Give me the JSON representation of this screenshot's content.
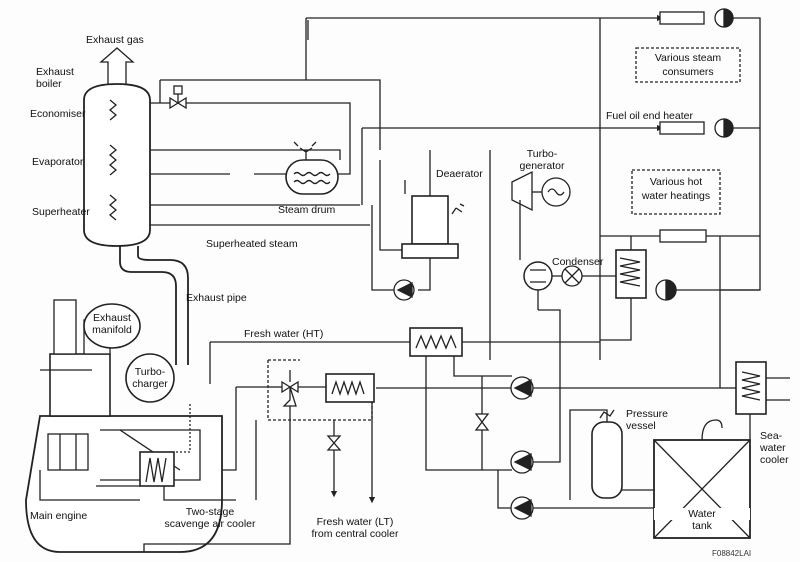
{
  "labels": {
    "exhaust_gas": "Exhaust gas",
    "exhaust_boiler_1": "Exhaust",
    "exhaust_boiler_2": "boiler",
    "economiser": "Economiser",
    "evaporator": "Evaporator",
    "superheater": "Superheater",
    "steam_drum": "Steam drum",
    "superheated_steam": "Superheated steam",
    "exhaust_pipe": "Exhaust pipe",
    "exhaust_manifold_1": "Exhaust",
    "exhaust_manifold_2": "manifold",
    "turbocharger_1": "Turbo-",
    "turbocharger_2": "charger",
    "fresh_water_ht": "Fresh water (HT)",
    "deaerator": "Deaerator",
    "turbo_generator_1": "Turbo-",
    "turbo_generator_2": "generator",
    "condenser": "Condenser",
    "various_steam_1": "Various steam",
    "various_steam_2": "consumers",
    "fuel_oil_end_heater": "Fuel oil end heater",
    "various_hot_1": "Various hot",
    "various_hot_2": "water heatings",
    "pressure_vessel_1": "Pressure",
    "pressure_vessel_2": "vessel",
    "sea_water_cooler_1": "Sea-",
    "sea_water_cooler_2": "water",
    "sea_water_cooler_3": "cooler",
    "water_tank_1": "Water",
    "water_tank_2": "tank",
    "main_engine": "Main engine",
    "two_stage_1": "Two-stage",
    "two_stage_2": "scavenge air cooler",
    "fresh_water_lt_1": "Fresh water (LT)",
    "fresh_water_lt_2": "from central cooler",
    "figure_id": "F08842LAI"
  }
}
